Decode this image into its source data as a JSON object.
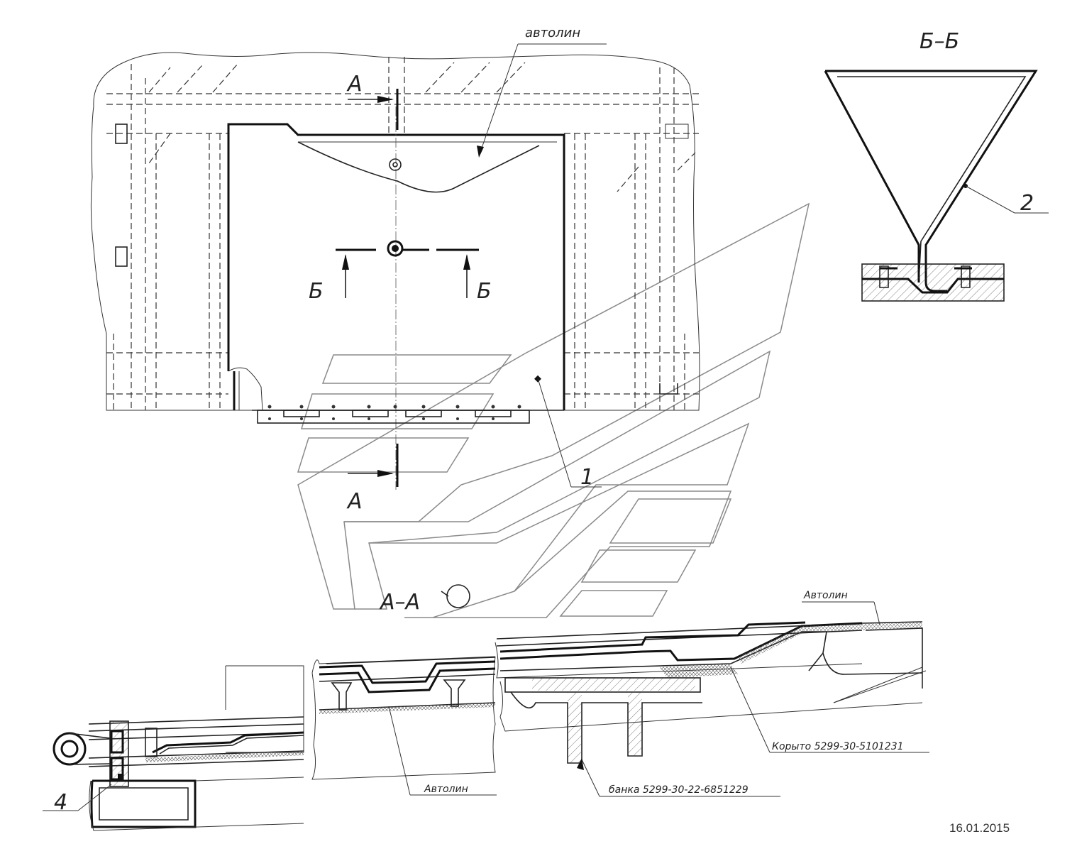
{
  "labels": {
    "material_top": "автолин",
    "section_a": "А",
    "section_b": "Б",
    "section_bb_title": "Б–Б",
    "section_aa_title": "А–А",
    "part_1": "1",
    "part_2": "2",
    "part_4": "4",
    "material_avtolin_right": "Автолин",
    "material_avtolin_bottom": "Автолин",
    "trough": "Корыто 5299-30-5101231",
    "tank": "банка 5299-30-22-6851229"
  },
  "date": "16.01.2015"
}
